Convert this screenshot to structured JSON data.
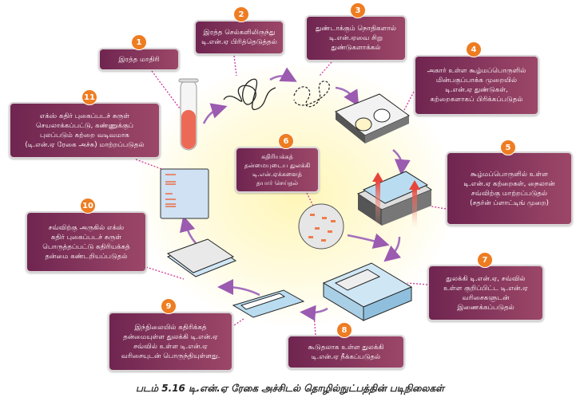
{
  "steps": [
    {
      "n": "1",
      "lines": [
        "இரத்த மாதிரி"
      ]
    },
    {
      "n": "2",
      "lines": [
        "இரத்த செல்களிலிருந்து",
        "டி.என்.ஏ பிரித்தெடுத்தல்"
      ]
    },
    {
      "n": "3",
      "lines": [
        "துண்டாக்கும் நொதிகளால்",
        "டி.என்.ஏவை சிறு",
        "துண்டுகளாக்கல்"
      ]
    },
    {
      "n": "4",
      "lines": [
        "அகார் உள்ள கூழ்மப்பொருளில்",
        "மின்பகுப்பாக்க முறையில்",
        "டி.என்.ஏ துண்டுகள்,",
        "கற்றைகளாகப் பிரிக்கப்படுதல்"
      ]
    },
    {
      "n": "5",
      "lines": [
        "கூழ்மப்பொருளில் உள்ள",
        "டி.என்.ஏ கற்றைகள், நைலான்",
        "சவ்விற்கு மாற்றப்படுதல்",
        "(சதர்ன் ப்ளாட்டிங் முறை)"
      ]
    },
    {
      "n": "6",
      "lines": [
        "கதிரியக்கத்",
        "தன்மையுடைய துலக்கி",
        "டி.என்.ஏக்களைத்",
        "தயார் செய்தல்"
      ]
    },
    {
      "n": "7",
      "lines": [
        "துலக்கி டி.என்.ஏ, சவ்வில்",
        "உள்ள குறிப்பிட்ட டி.என்.ஏ",
        "வரிசைகளுடன்",
        "இணைக்கப்படுதல்"
      ]
    },
    {
      "n": "8",
      "lines": [
        "கூடுதலாக உள்ள துலக்கி",
        "டி.என்.ஏ நீக்கப்படுதல்"
      ]
    },
    {
      "n": "9",
      "lines": [
        "இந்நிலையில் கதிரிக்கத்",
        "தன்மையுள்ள துலக்கி டி.என்.ஏ",
        "சவ்வில் உள்ள டி.என்.ஏ",
        "வரிசையுடன் பொருந்தியுள்ளது."
      ]
    },
    {
      "n": "10",
      "lines": [
        "சவ்விற்கு அருகில் எக்ஸ்",
        "கதிர் புகைப்படச் சுருள்",
        "பொருத்தப்பட்டு கதிரியக்கத்",
        "தன்மை கண்டறியப்படுதல்"
      ]
    },
    {
      "n": "11",
      "lines": [
        "எக்ஸ் கதிர் புகைப்படச் சுருள்",
        "செயலாக்கப்பட்டு, கண்ணுக்குப்",
        "புலப்படும் கற்றை வடிவமாக",
        "(டி.என்.ஏ ரேகை அச்சு) மாற்றப்படுதல்"
      ]
    }
  ],
  "caption": "படம் 5.16 டி.என்.ஏ ரேகை அச்சிடல் தொழில்நுட்பத்தின் படிநிலைகள்",
  "colors": {
    "box": "#7a2c55",
    "badge": "#ee7d22",
    "arrow": "#9b5bb0",
    "leader": "#d0369a"
  }
}
